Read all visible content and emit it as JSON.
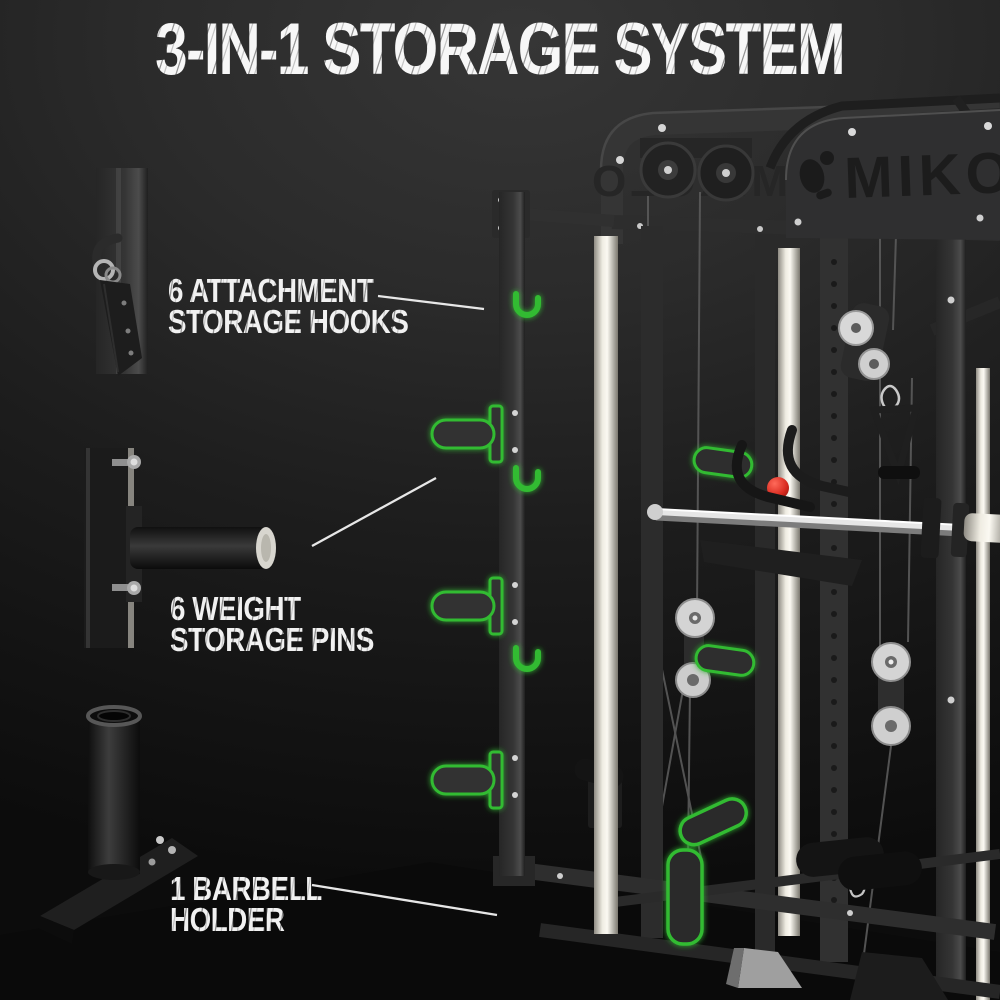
{
  "title": "3-IN-1 STORAGE SYSTEM",
  "brand": {
    "logo_text": "MIKOLO"
  },
  "colors": {
    "background": "#1d1d1d",
    "highlight_green": "#31bb31",
    "knob_red": "#e23a2e",
    "text_white": "#f1f1f1",
    "chrome": "#efece2"
  },
  "features": [
    {
      "id": "storage-hooks",
      "label_line1": "6 ATTACHMENT",
      "label_line2": "STORAGE HOOKS",
      "thumbnail": "attachment-hook-photo",
      "highlighted_parts": "green J-hooks on front upright"
    },
    {
      "id": "weight-pins",
      "label_line1": "6 WEIGHT",
      "label_line2": "STORAGE PINS",
      "thumbnail": "weight-pin-photo",
      "highlighted_parts": "green weight pins on front upright"
    },
    {
      "id": "barbell-holder",
      "label_line1": "1 BARBELL",
      "label_line2": "HOLDER",
      "thumbnail": "barbell-holder-photo",
      "highlighted_parts": "green barbell holder tube on base frame"
    }
  ]
}
